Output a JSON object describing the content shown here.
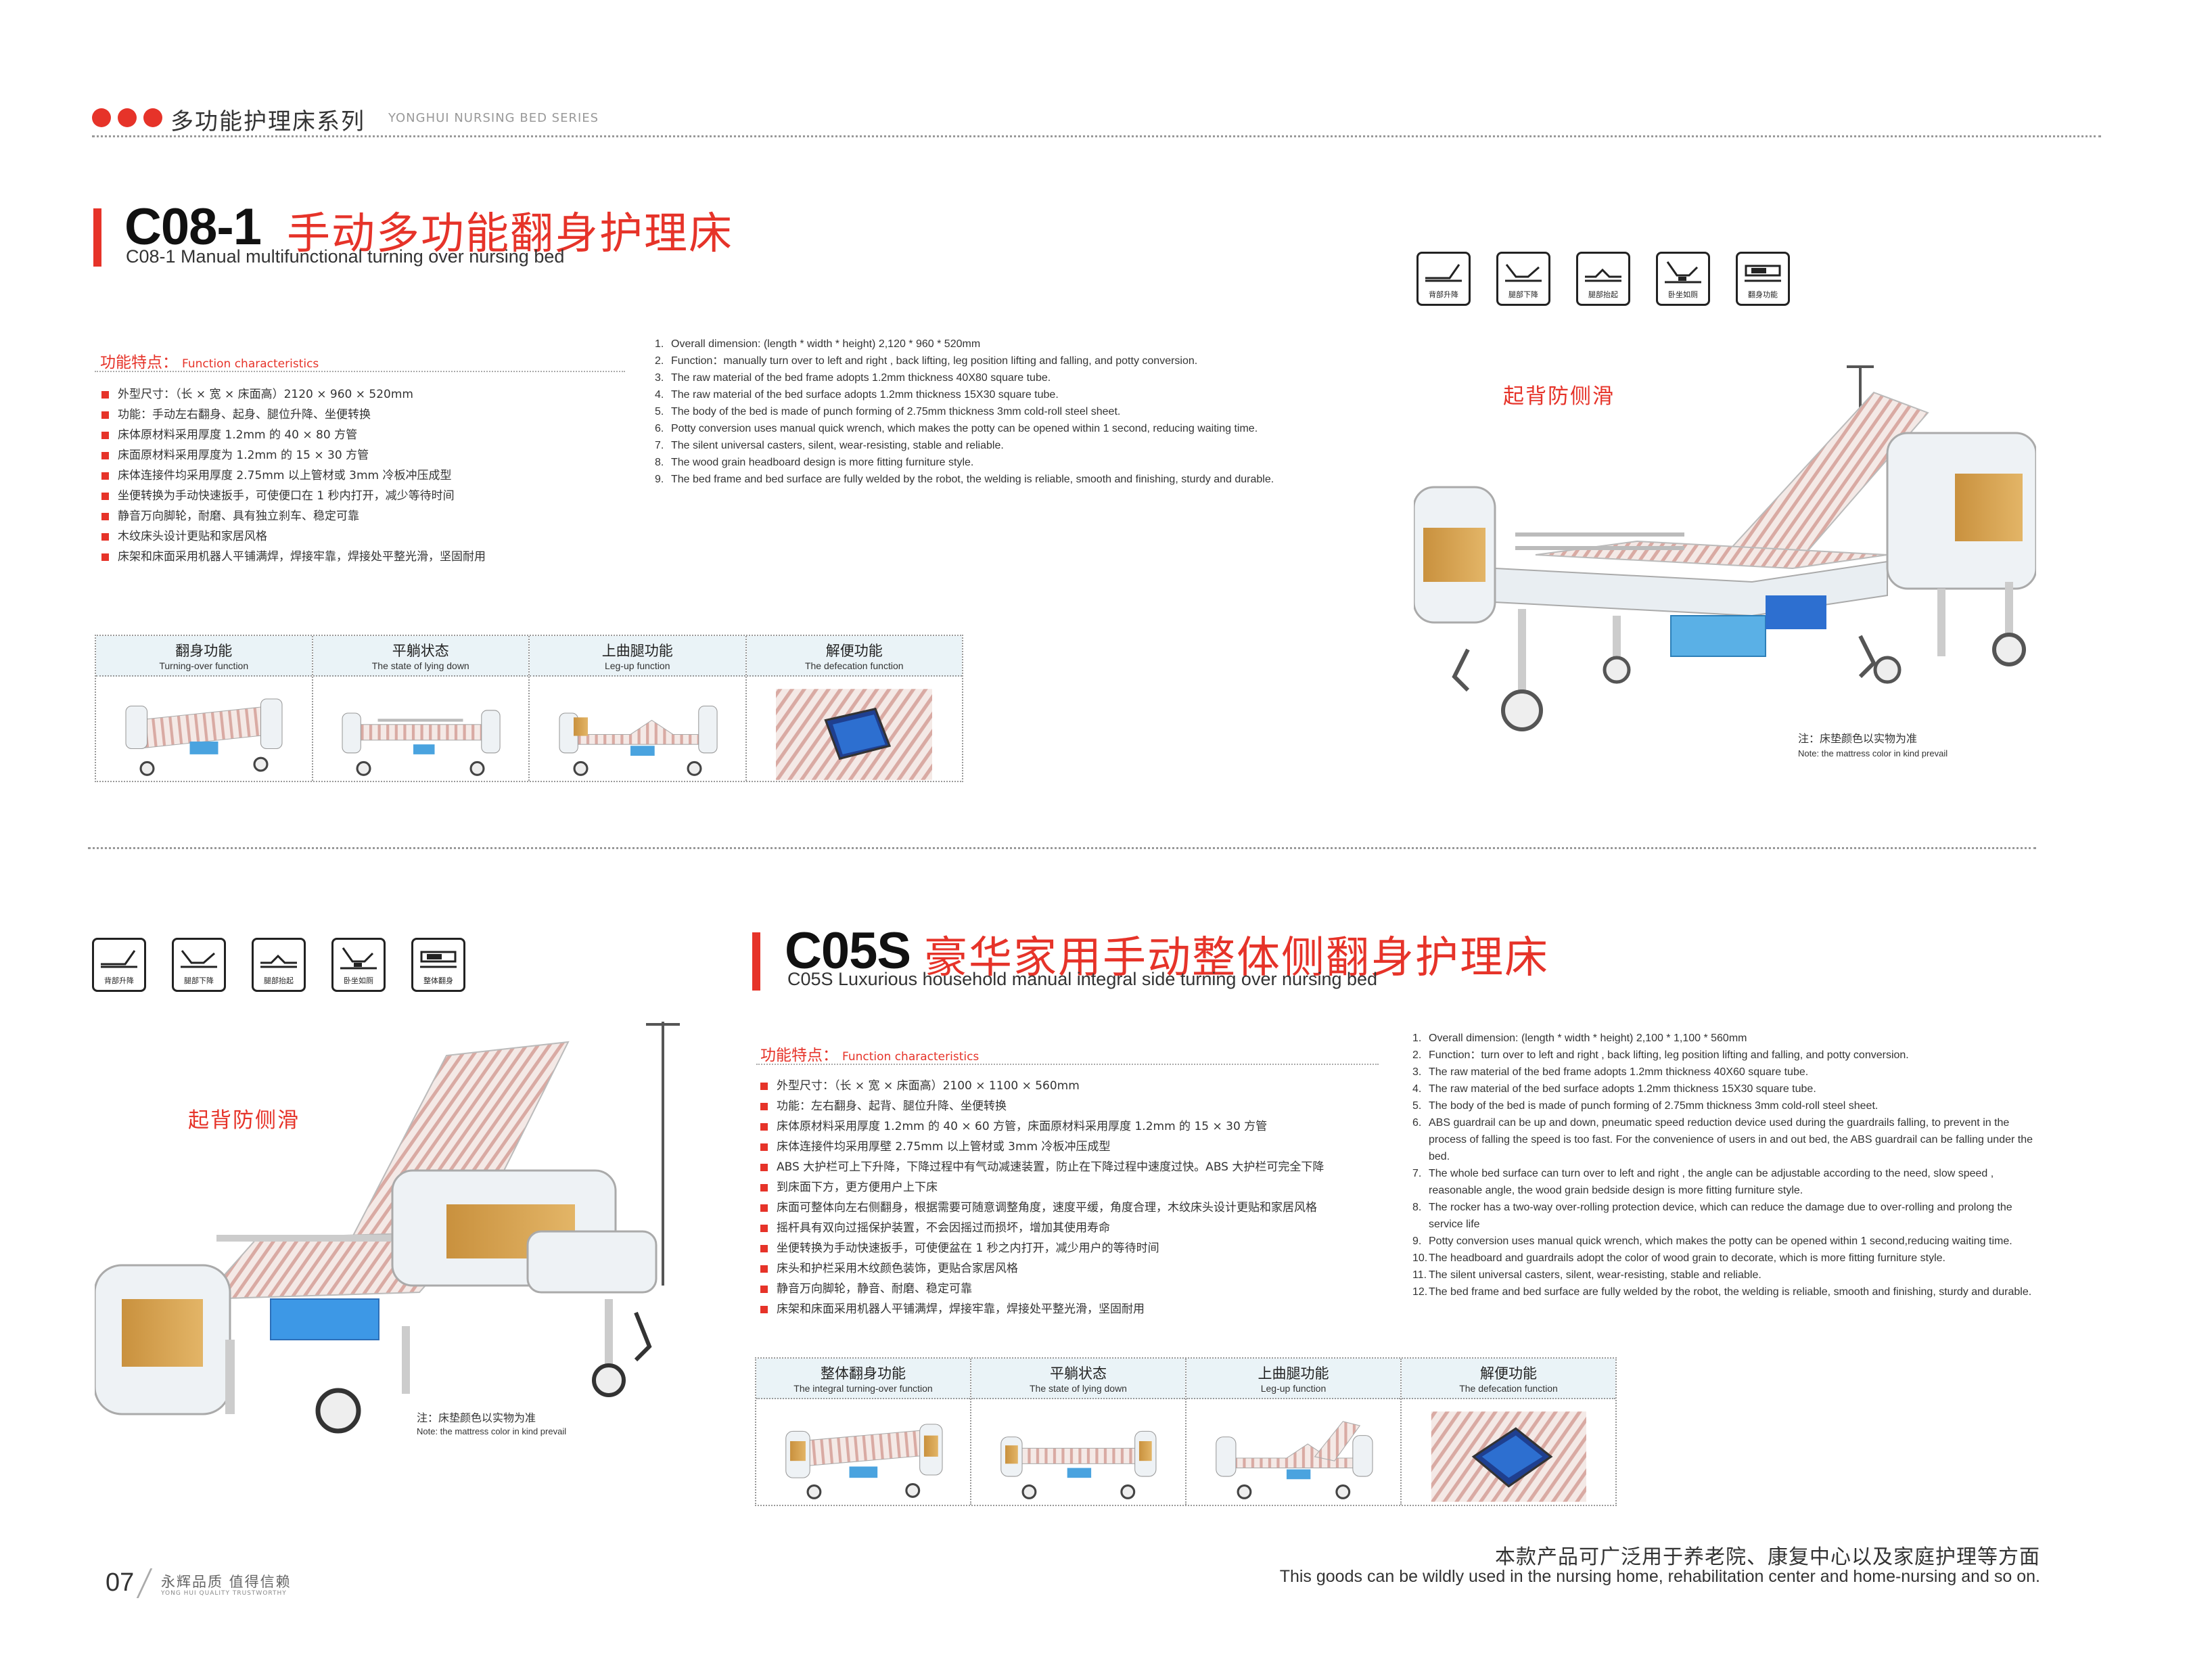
{
  "header": {
    "series_title": "多功能护理床系列",
    "series_subtitle": "YONGHUI NURSING BED SERIES"
  },
  "colors": {
    "accent": "#e63329",
    "table_header": "#eaf3f7"
  },
  "product1": {
    "model": "C08-1",
    "name_cn": "手动多功能翻身护理床",
    "name_en": "C08-1 Manual multifunctional turning over nursing bed",
    "feature_heading_cn": "功能特点：",
    "feature_heading_en": "Function characteristics",
    "features_cn": [
      "外型尺寸：（长 × 宽 × 床面高）2120 × 960 × 520mm",
      "功能：手动左右翻身、起身、腿位升降、坐便转换",
      "床体原材料采用厚度 1.2mm 的 40 × 80 方管",
      "床面原材料采用厚度为 1.2mm 的 15 × 30 方管",
      "床体连接件均采用厚度 2.75mm 以上管材或 3mm 冷板冲压成型",
      "坐便转换为手动快速扳手，可使便口在 1 秒内打开，减少等待时间",
      "静音万向脚轮，耐磨、具有独立刹车、稳定可靠",
      "木纹床头设计更贴和家居风格",
      "床架和床面采用机器人平铺满焊，焊接牢靠，焊接处平整光滑，坚固耐用"
    ],
    "features_en": [
      {
        "n": "1.",
        "text": "Overall dimension: (length * width * height) 2,120 * 960 * 520mm"
      },
      {
        "n": "2.",
        "text": "Function：manually turn over to left and right , back lifting, leg position lifting and falling, and potty conversion."
      },
      {
        "n": "3.",
        "text": "The raw material of the bed frame adopts 1.2mm thickness 40X80 square tube."
      },
      {
        "n": "4.",
        "text": "The raw material of the bed surface adopts 1.2mm thickness 15X30 square tube."
      },
      {
        "n": "5.",
        "text": "The body of the bed is made of punch forming of 2.75mm thickness 3mm cold-roll steel sheet."
      },
      {
        "n": "6.",
        "text": "Potty conversion uses manual quick wrench, which makes the potty can be opened within 1 second,  reducing waiting time."
      },
      {
        "n": "7.",
        "text": "The silent universal casters, silent, wear-resisting, stable and reliable."
      },
      {
        "n": "8.",
        "text": "The wood grain headboard design is more fitting furniture style."
      },
      {
        "n": "9.",
        "text": "The bed frame and bed surface are fully welded by the robot, the welding is reliable, smooth and   finishing, sturdy and durable."
      }
    ],
    "icons": [
      {
        "name": "back-lift-icon",
        "label": "背部升降"
      },
      {
        "name": "leg-down-icon",
        "label": "腿部下降"
      },
      {
        "name": "leg-up-icon",
        "label": "腿部抬起"
      },
      {
        "name": "sitting-icon",
        "label": "卧坐如厕"
      },
      {
        "name": "turning-icon",
        "label": "翻身功能"
      }
    ],
    "anti_slide_label": "起背防侧滑",
    "note_cn": "注：床垫颜色以实物为准",
    "note_en": "Note: the mattress color in kind prevail",
    "states": [
      {
        "cn": "翻身功能",
        "en": "Turning-over function"
      },
      {
        "cn": "平躺状态",
        "en": "The state of lying down"
      },
      {
        "cn": "上曲腿功能",
        "en": "Leg-up  function"
      },
      {
        "cn": "解便功能",
        "en": "The defecation function"
      }
    ]
  },
  "product2": {
    "model": "C05S",
    "name_cn": "豪华家用手动整体侧翻身护理床",
    "name_en": "C05S Luxurious household manual integral side turning over nursing bed",
    "feature_heading_cn": "功能特点：",
    "feature_heading_en": "Function characteristics",
    "features_cn": [
      "外型尺寸：（长 × 宽 × 床面高）2100 × 1100 × 560mm",
      "功能：左右翻身、起背、腿位升降、坐便转换",
      "床体原材料采用厚度 1.2mm 的 40 × 60 方管，床面原材料采用厚度 1.2mm 的 15 × 30 方管",
      "床体连接件均采用厚壁 2.75mm 以上管材或 3mm 冷板冲压成型",
      "ABS 大护栏可上下升降，下降过程中有气动减速装置，防止在下降过程中速度过快。ABS 大护栏可完全下降",
      "到床面下方，更方便用户上下床",
      "床面可整体向左右侧翻身，根据需要可随意调整角度，速度平缓，角度合理，木纹床头设计更贴和家居风格",
      "摇杆具有双向过摇保护装置，不会因摇过而损坏，增加其使用寿命",
      "坐便转换为手动快速扳手，可使便盆在 1 秒之内打开，减少用户的等待时间",
      "床头和护栏采用木纹颜色装饰，更贴合家居风格",
      "静音万向脚轮，静音、耐磨、稳定可靠",
      "床架和床面采用机器人平铺满焊，焊接牢靠，焊接处平整光滑，坚固耐用"
    ],
    "features_en": [
      {
        "n": "1.",
        "text": "Overall dimension: (length * width * height) 2,100 * 1,100 * 560mm"
      },
      {
        "n": "2.",
        "text": "Function：turn over to left and right , back lifting, leg position lifting and falling, and potty conversion."
      },
      {
        "n": "3.",
        "text": "The raw material of the bed frame adopts 1.2mm thickness 40X60 square tube."
      },
      {
        "n": "4.",
        "text": "The raw material of the bed surface adopts 1.2mm thickness 15X30 square tube."
      },
      {
        "n": "5.",
        "text": "The body of the bed is made of punch forming of 2.75mm thickness 3mm cold-roll steel sheet."
      },
      {
        "n": "6.",
        "text": "ABS guardrail can be up and down, pneumatic speed reduction device used during the guardrails falling, to prevent in the process of falling the speed is too fast. For the convenience of users in and out bed, the ABS guardrail can be falling under the bed."
      },
      {
        "n": "7.",
        "text": "The whole bed surface can turn over to left and right , the angle can be adjustable according to the need, slow speed , reasonable angle, the wood grain bedside design is more fitting furniture style."
      },
      {
        "n": "8.",
        "text": "The rocker has a two-way over-rolling protection device, which can reduce the damage due to over-rolling and prolong the service life"
      },
      {
        "n": "9.",
        "text": "Potty conversion uses manual quick wrench, which makes the potty can be opened within 1 second,reducing waiting time."
      },
      {
        "n": "10.",
        "text": "The headboard and guardrails adopt the color of wood grain to decorate, which is more fitting furniture style."
      },
      {
        "n": "11.",
        "text": "The silent universal casters, silent, wear-resisting, stable and reliable."
      },
      {
        "n": "12.",
        "text": "The bed frame and bed surface are fully welded by the robot, the welding is reliable, smooth and finishing, sturdy and durable."
      }
    ],
    "icons": [
      {
        "name": "back-lift-icon",
        "label": "背部升降"
      },
      {
        "name": "leg-down-icon",
        "label": "腿部下降"
      },
      {
        "name": "leg-up-icon",
        "label": "腿部抬起"
      },
      {
        "name": "sitting-icon",
        "label": "卧坐如厕"
      },
      {
        "name": "turning-icon",
        "label": "整体翻身"
      }
    ],
    "anti_slide_label": "起背防侧滑",
    "note_cn": "注：床垫颜色以实物为准",
    "note_en": "Note: the mattress color in kind prevail",
    "states": [
      {
        "cn": "整体翻身功能",
        "en": "The integral turning-over function"
      },
      {
        "cn": "平躺状态",
        "en": "The state of lying down"
      },
      {
        "cn": "上曲腿功能",
        "en": "Leg-up  function"
      },
      {
        "cn": "解便功能",
        "en": "The defecation function"
      }
    ]
  },
  "footer": {
    "page_number": "07",
    "slogan_cn": "永辉品质  值得信赖",
    "slogan_en": "YONG HUI QUALITY TRUSTWORTHY",
    "application_cn": "本款产品可广泛用于养老院、康复中心以及家庭护理等方面",
    "application_en": "This goods can be wildly used in the nursing home, rehabilitation center and home-nursing and so on."
  }
}
